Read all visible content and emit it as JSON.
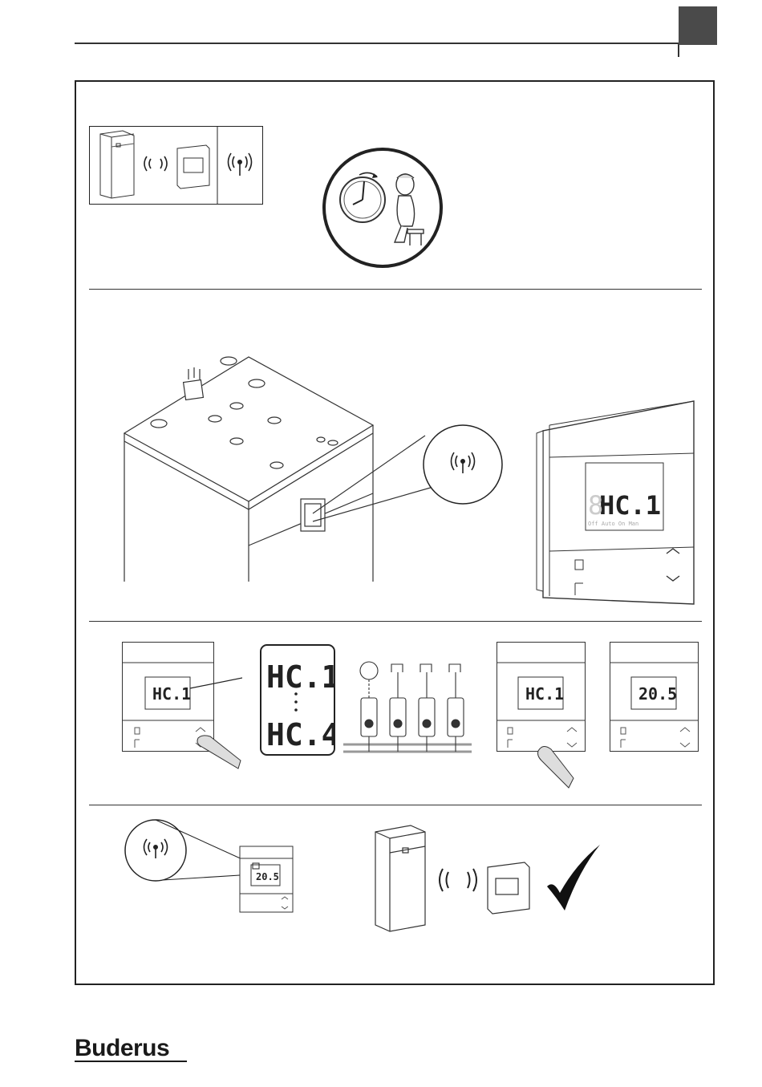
{
  "brand": {
    "logo_text": "Buderus"
  },
  "displays": {
    "large": {
      "main": "HC.1",
      "mode_line": "Off Auto On Man"
    },
    "small1": "HC.1",
    "range_top": "HC.1",
    "range_bottom": "HC.4",
    "small2": "HC.1",
    "small3": "20.5",
    "final": "20.5"
  },
  "icons": [
    "radio-signal-icon",
    "clock-icon",
    "waiting-person-icon",
    "checkmark-icon",
    "finger-press-icon",
    "heat-pump-icon",
    "room-controller-icon"
  ]
}
